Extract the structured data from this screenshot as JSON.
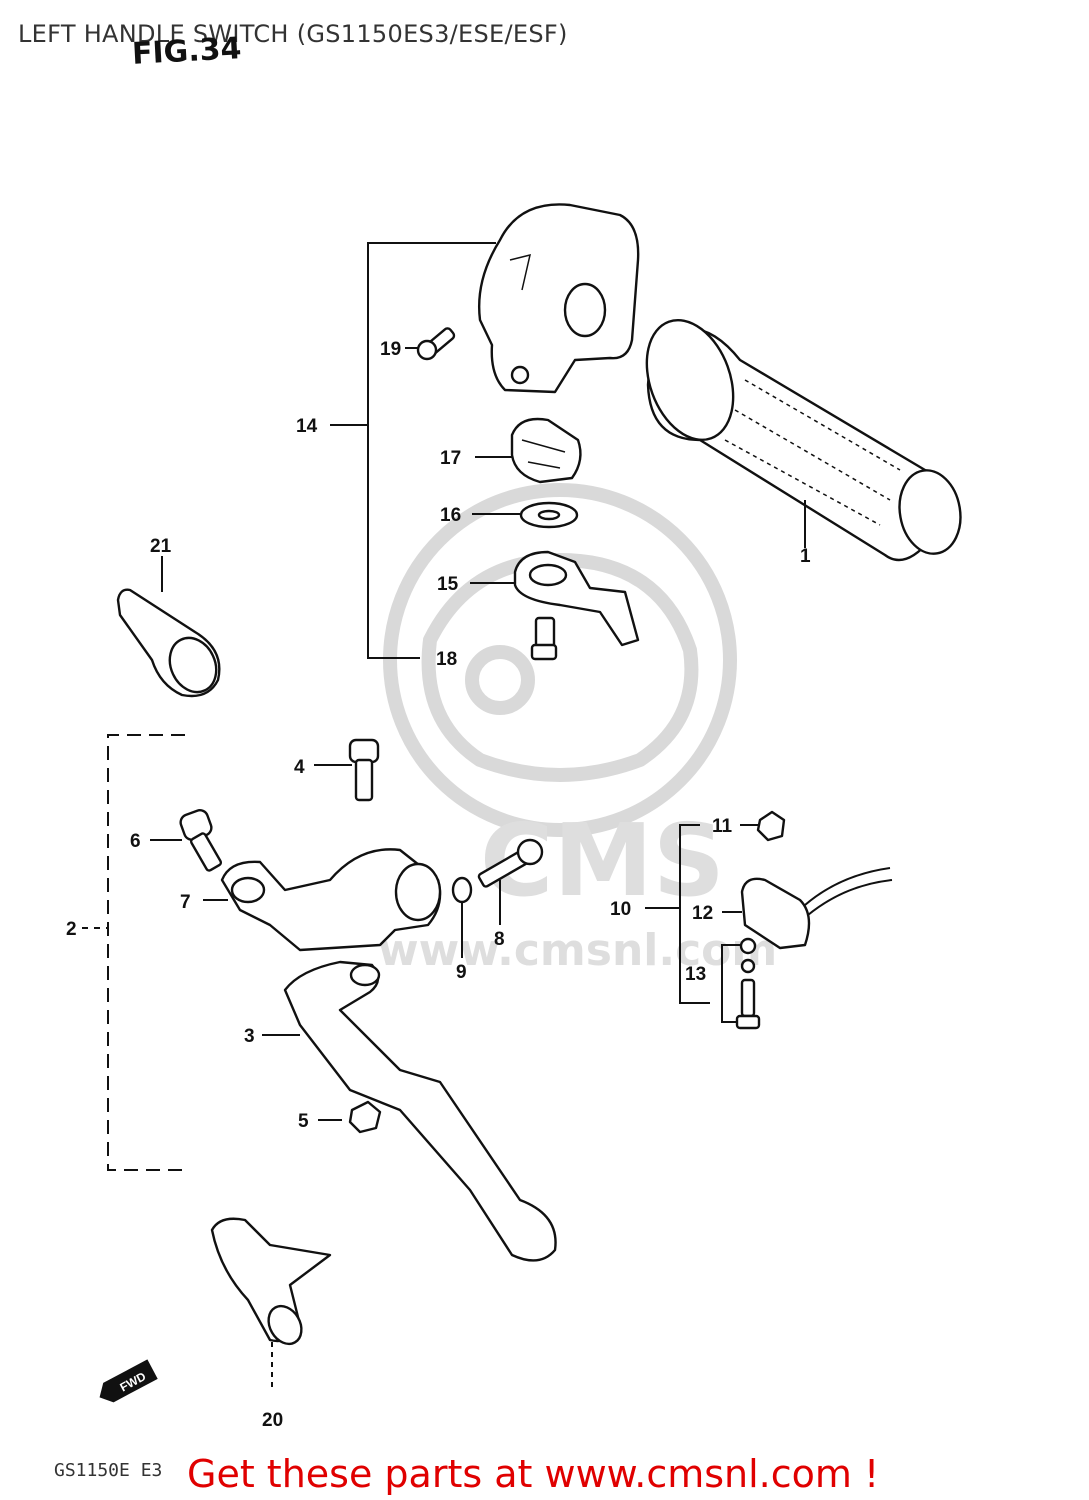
{
  "header": {
    "title": "LEFT HANDLE SWITCH (GS1150ES3/ESE/ESF)",
    "figure": "FIG.34"
  },
  "watermark": {
    "brand": "CMS",
    "url": "www.cmsnl.com"
  },
  "callouts": {
    "c1": "1",
    "c2": "2",
    "c3": "3",
    "c4": "4",
    "c5": "5",
    "c6": "6",
    "c7": "7",
    "c8": "8",
    "c9": "9",
    "c10": "10",
    "c11": "11",
    "c12": "12",
    "c13": "13",
    "c14": "14",
    "c15": "15",
    "c16": "16",
    "c17": "17",
    "c18": "18",
    "c19": "19",
    "c20": "20",
    "c21": "21"
  },
  "fwd_marker": "FWD",
  "footer": {
    "diagram_code": "GS1150E E3",
    "promo": "Get these parts at www.cmsnl.com !"
  },
  "colors": {
    "promo": "#e00000",
    "line": "#111111",
    "watermark": "#d9d9d9"
  }
}
